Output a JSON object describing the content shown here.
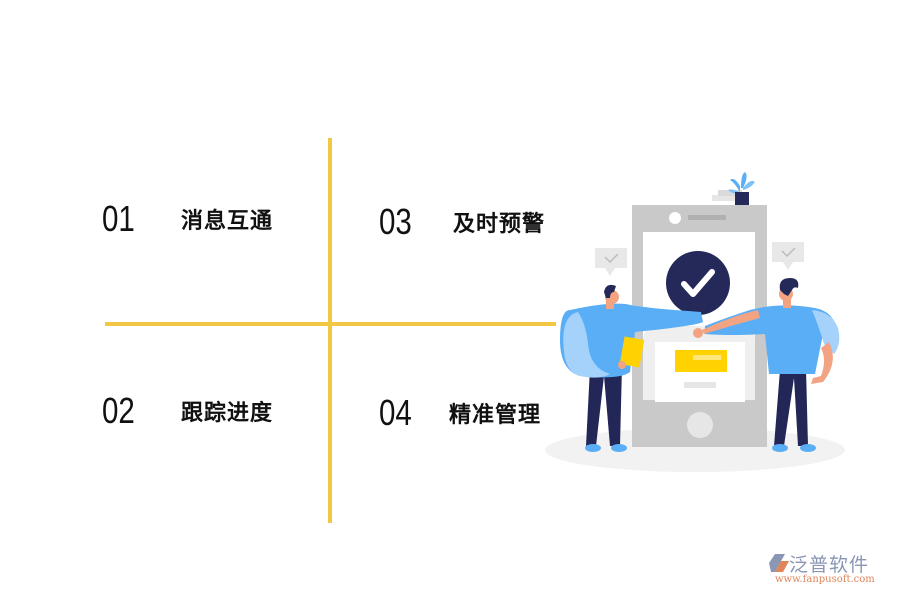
{
  "items": [
    {
      "number": "01",
      "label": "消息互通"
    },
    {
      "number": "02",
      "label": "跟踪进度"
    },
    {
      "number": "03",
      "label": "及时预警"
    },
    {
      "number": "04",
      "label": "精准管理"
    }
  ],
  "colors": {
    "accent_line": "#F2C744",
    "text": "#111111",
    "shirt_blue": "#5AAEF5",
    "pants_navy": "#232758",
    "phone_gray": "#C9C9C9",
    "check_circle": "#24295A",
    "card_yellow": "#FFD200"
  },
  "logo": {
    "name": "泛普软件",
    "url": "www.fanpusoft.com"
  },
  "illustration": {
    "icon": "handshake-phone-check-illustration"
  }
}
